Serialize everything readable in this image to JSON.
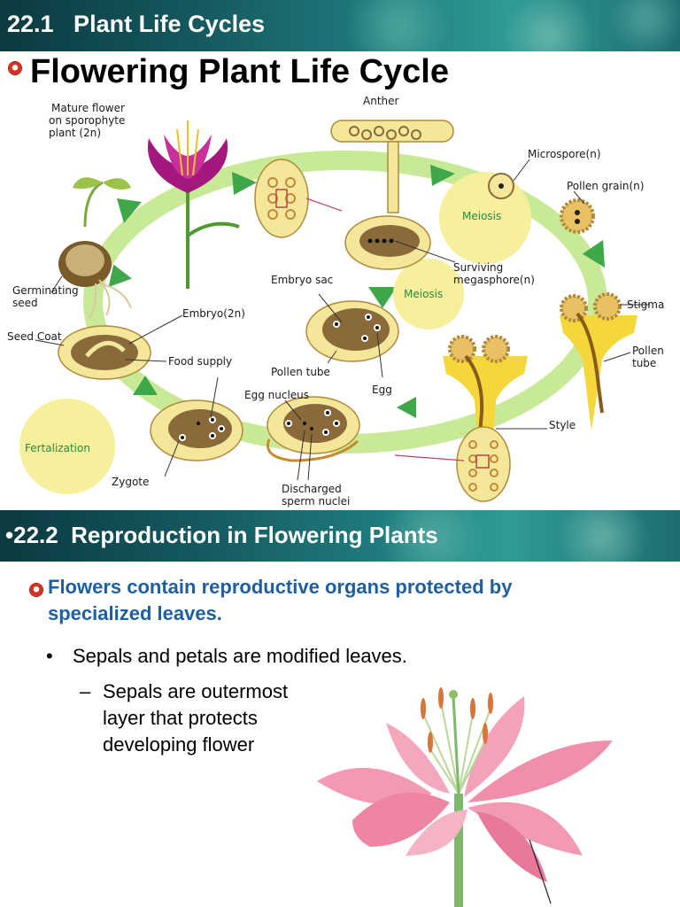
{
  "slide1": {
    "banner_title": "22.1   Plant Life Cycles",
    "title": "Flowering Plant Life Cycle",
    "diagram_labels": {
      "mature_flower": "Mature flower",
      "on_sporophyte": "on sporophyte",
      "plant_2n": "plant (2n)",
      "anther": "Anther",
      "microspore": "Microspore(n)",
      "pollen_grain": "Pollen grain(n)",
      "meiosis_top": "Meiosis",
      "meiosis_mid": "Meiosis",
      "surviving": "Surviving",
      "megasphore": "megasphore(n)",
      "embryo_sac": "Embryo sac",
      "stigma": "Stigma",
      "pollen_tube_right_1": "Pollen",
      "pollen_tube_right_2": "tube",
      "germinating": "Germinating",
      "seed": "seed",
      "embryo_2n": "Embryo(2n)",
      "seed_coat": "Seed Coat",
      "food_supply": "Food supply",
      "pollen_tube": "Pollen tube",
      "egg_nucleus": "Egg nucleus",
      "egg": "Egg",
      "style": "Style",
      "fertilization": "Fertalization",
      "zygote": "Zygote",
      "discharged": "Discharged",
      "sperm_nuclei": "sperm nuclei"
    }
  },
  "slide2": {
    "banner_title": "•22.2  Reproduction in Flowering Plants",
    "main_point": "Flowers contain reproductive organs protected by specialized leaves.",
    "sub_bullet_marker": "•",
    "sub_bullet": "Sepals and petals are modified leaves.",
    "sub_sub_marker": "–",
    "sub_sub": "Sepals are outermost layer that protects developing flower"
  },
  "colors": {
    "banner": "#1f7a7c",
    "cycle_arrow": "#b9e27a",
    "cell_yellow": "#f4e79a",
    "brown": "#8a6a3a",
    "main_point": "#1f5fa0",
    "bullet_red": "#d82e1c",
    "lily_pink": "#f08aa8"
  }
}
